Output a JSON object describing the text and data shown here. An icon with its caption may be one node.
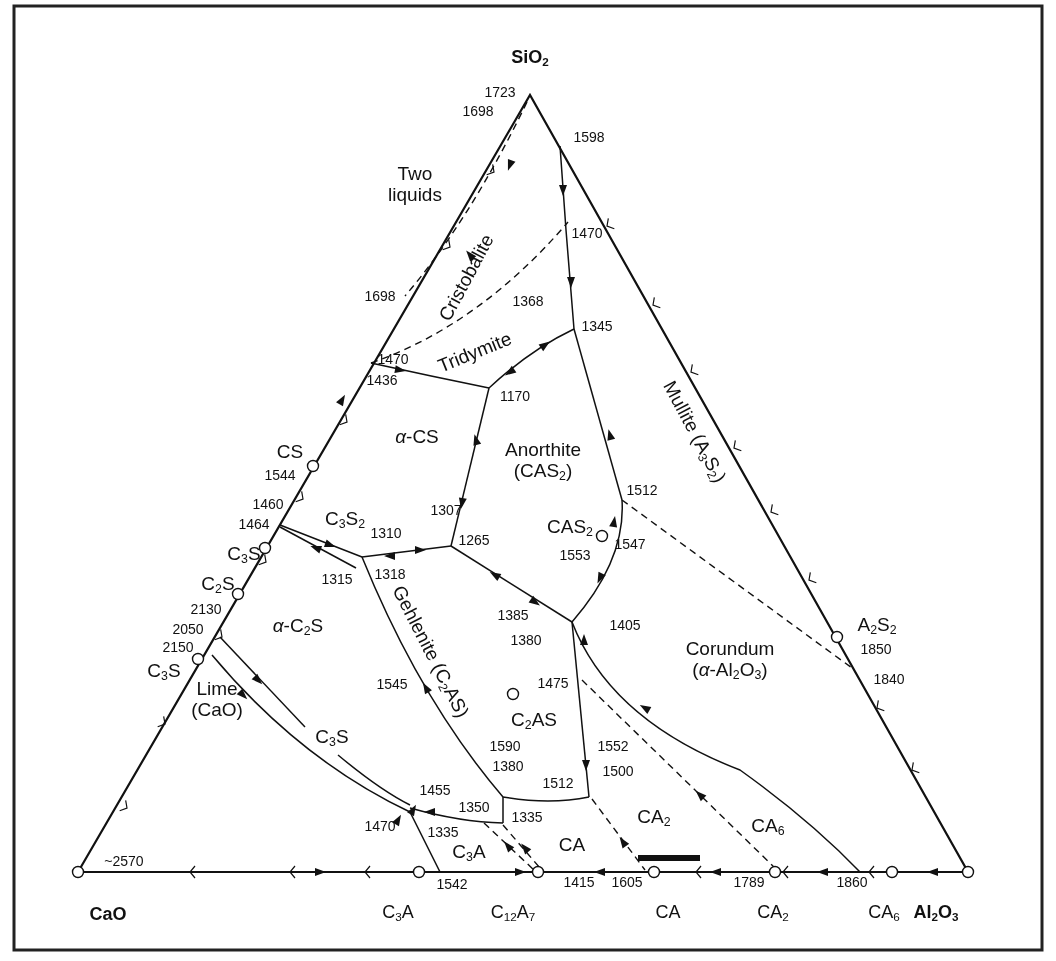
{
  "diagram": {
    "labels": [
      "SiO$_{2}$",
      "1723",
      "1698",
      "1598",
      "Two liquids",
      "Cristobalite",
      "1470",
      "1698",
      "1368",
      "1345",
      "1470",
      "1436",
      "Tridymite",
      "Mullite (A$_{3}$S$_{2}$)",
      "1170",
      "*α*-CS",
      "Anorthite (CAS$_{2}$)",
      "CS",
      "1544",
      "1512",
      "1460",
      "1464",
      "C$_{3}$S$_{2}$",
      "1307",
      "CAS$_{2}$",
      "1310",
      "1265",
      "1553",
      "1547",
      "C$_{3}$S",
      "1318",
      "1315",
      "Gehlenite (C$_{2}$AS)",
      "C$_{2}$S",
      "2130",
      "*α*-C$_{2}$S",
      "1385",
      "1380",
      "1405",
      "2050",
      "A$_{2}$S$_{2}$",
      "2150",
      "C$_{3}$S",
      "Corundum (*α*-Al$_{2}$O$_{3}$)",
      "1850",
      "1545",
      "1475",
      "1840",
      "C$_{2}$AS",
      "C$_{3}$S",
      "1590",
      "1552",
      "1380",
      "1500",
      "Lime (CaO)",
      "1512",
      "1455",
      "1350",
      "1335",
      "1470",
      "1335",
      "CA$_{2}$",
      "C$_{3}$A",
      "CA",
      "CA$_{6}$",
      "~2570",
      "1542",
      "1415",
      "1605",
      "1789",
      "1860",
      "CaO",
      "C$_{3}$A",
      "C$_{12}$A$_{7}$",
      "CA",
      "CA$_{2}$",
      "CA$_{6}$",
      "Al$_{2}$O$_{3}$"
    ]
  }
}
